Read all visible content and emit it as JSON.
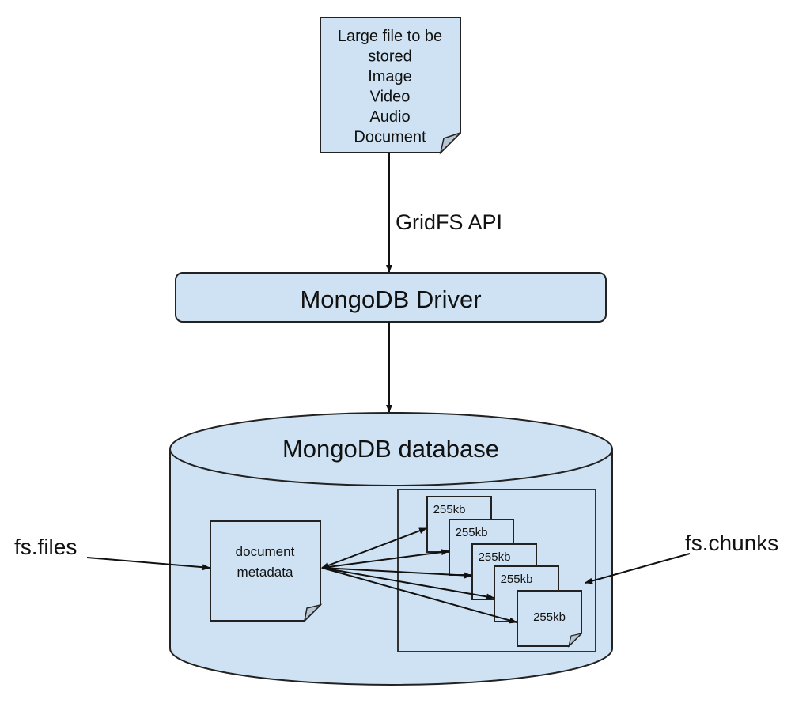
{
  "colors": {
    "fill": "#cfe2f3",
    "stroke": "#222222",
    "fold": "#b7c4d1"
  },
  "input_file": {
    "lines": [
      "Large file to be",
      "stored",
      "Image",
      "Video",
      "Audio",
      "Document"
    ]
  },
  "api_label": "GridFS API",
  "driver": {
    "label": "MongoDB Driver"
  },
  "database": {
    "label": "MongoDB database"
  },
  "metadata_doc": {
    "lines": [
      "document",
      "metadata"
    ]
  },
  "chunks": [
    {
      "label": "255kb"
    },
    {
      "label": "255kb"
    },
    {
      "label": "255kb"
    },
    {
      "label": "255kb"
    },
    {
      "label": "255kb"
    }
  ],
  "callouts": {
    "files": "fs.files",
    "chunks": "fs.chunks"
  }
}
